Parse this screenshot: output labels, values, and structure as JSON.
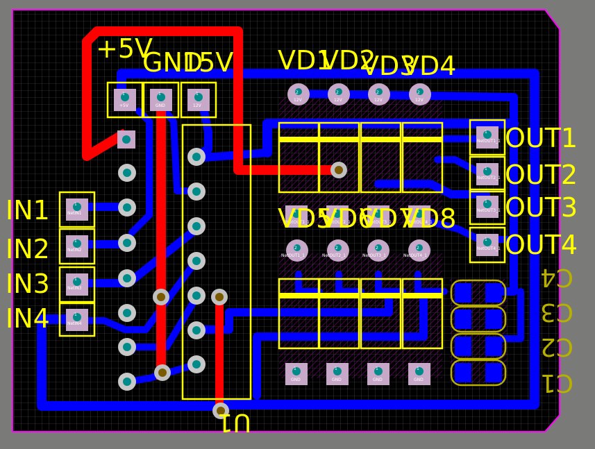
{
  "board": {
    "colors": {
      "background": "#7a7a78",
      "board_fill": "#000000",
      "grid": "#5a5a5a",
      "outline": "#ff00ff",
      "top_copper": "#ff0000",
      "bottom_copper": "#0000ff",
      "silkscreen": "#ffff00",
      "bottom_silk": "#b8b000",
      "pad": "#c8a8c8",
      "via_ring": "#c0c0c0",
      "pad_hole": "#008b8b"
    }
  },
  "labels": {
    "plus5v": "+5V",
    "gnd": "GND",
    "v15": "15V",
    "vd1": "VD1",
    "vd2": "VD2",
    "vd3": "VD3",
    "vd4": "VD4",
    "vd5": "VD5",
    "vd6": "VD6",
    "vd7": "VD7",
    "vd8": "VD8",
    "out1": "OUT1",
    "out2": "OUT2",
    "out3": "OUT3",
    "out4": "OUT4",
    "in1": "IN1",
    "in2": "IN2",
    "in3": "IN3",
    "in4": "IN4",
    "c1": "C1",
    "c2": "C2",
    "c3": "C3",
    "c4": "C4",
    "u1": "U1"
  },
  "pad_text": {
    "pad_number_1": "1",
    "pad_number_2": "2",
    "plus5v": "+5V",
    "gnd": "GND",
    "v12": "12V",
    "netout1": "NetOUT1_1",
    "netout2": "NetOUT2_1",
    "netout3": "NetOUT3_1",
    "netout4": "NetOUT4_1",
    "netin1": "NetIN1",
    "netin2": "NetIN2",
    "netin3": "NetIN3",
    "netin4": "NetIN4"
  }
}
